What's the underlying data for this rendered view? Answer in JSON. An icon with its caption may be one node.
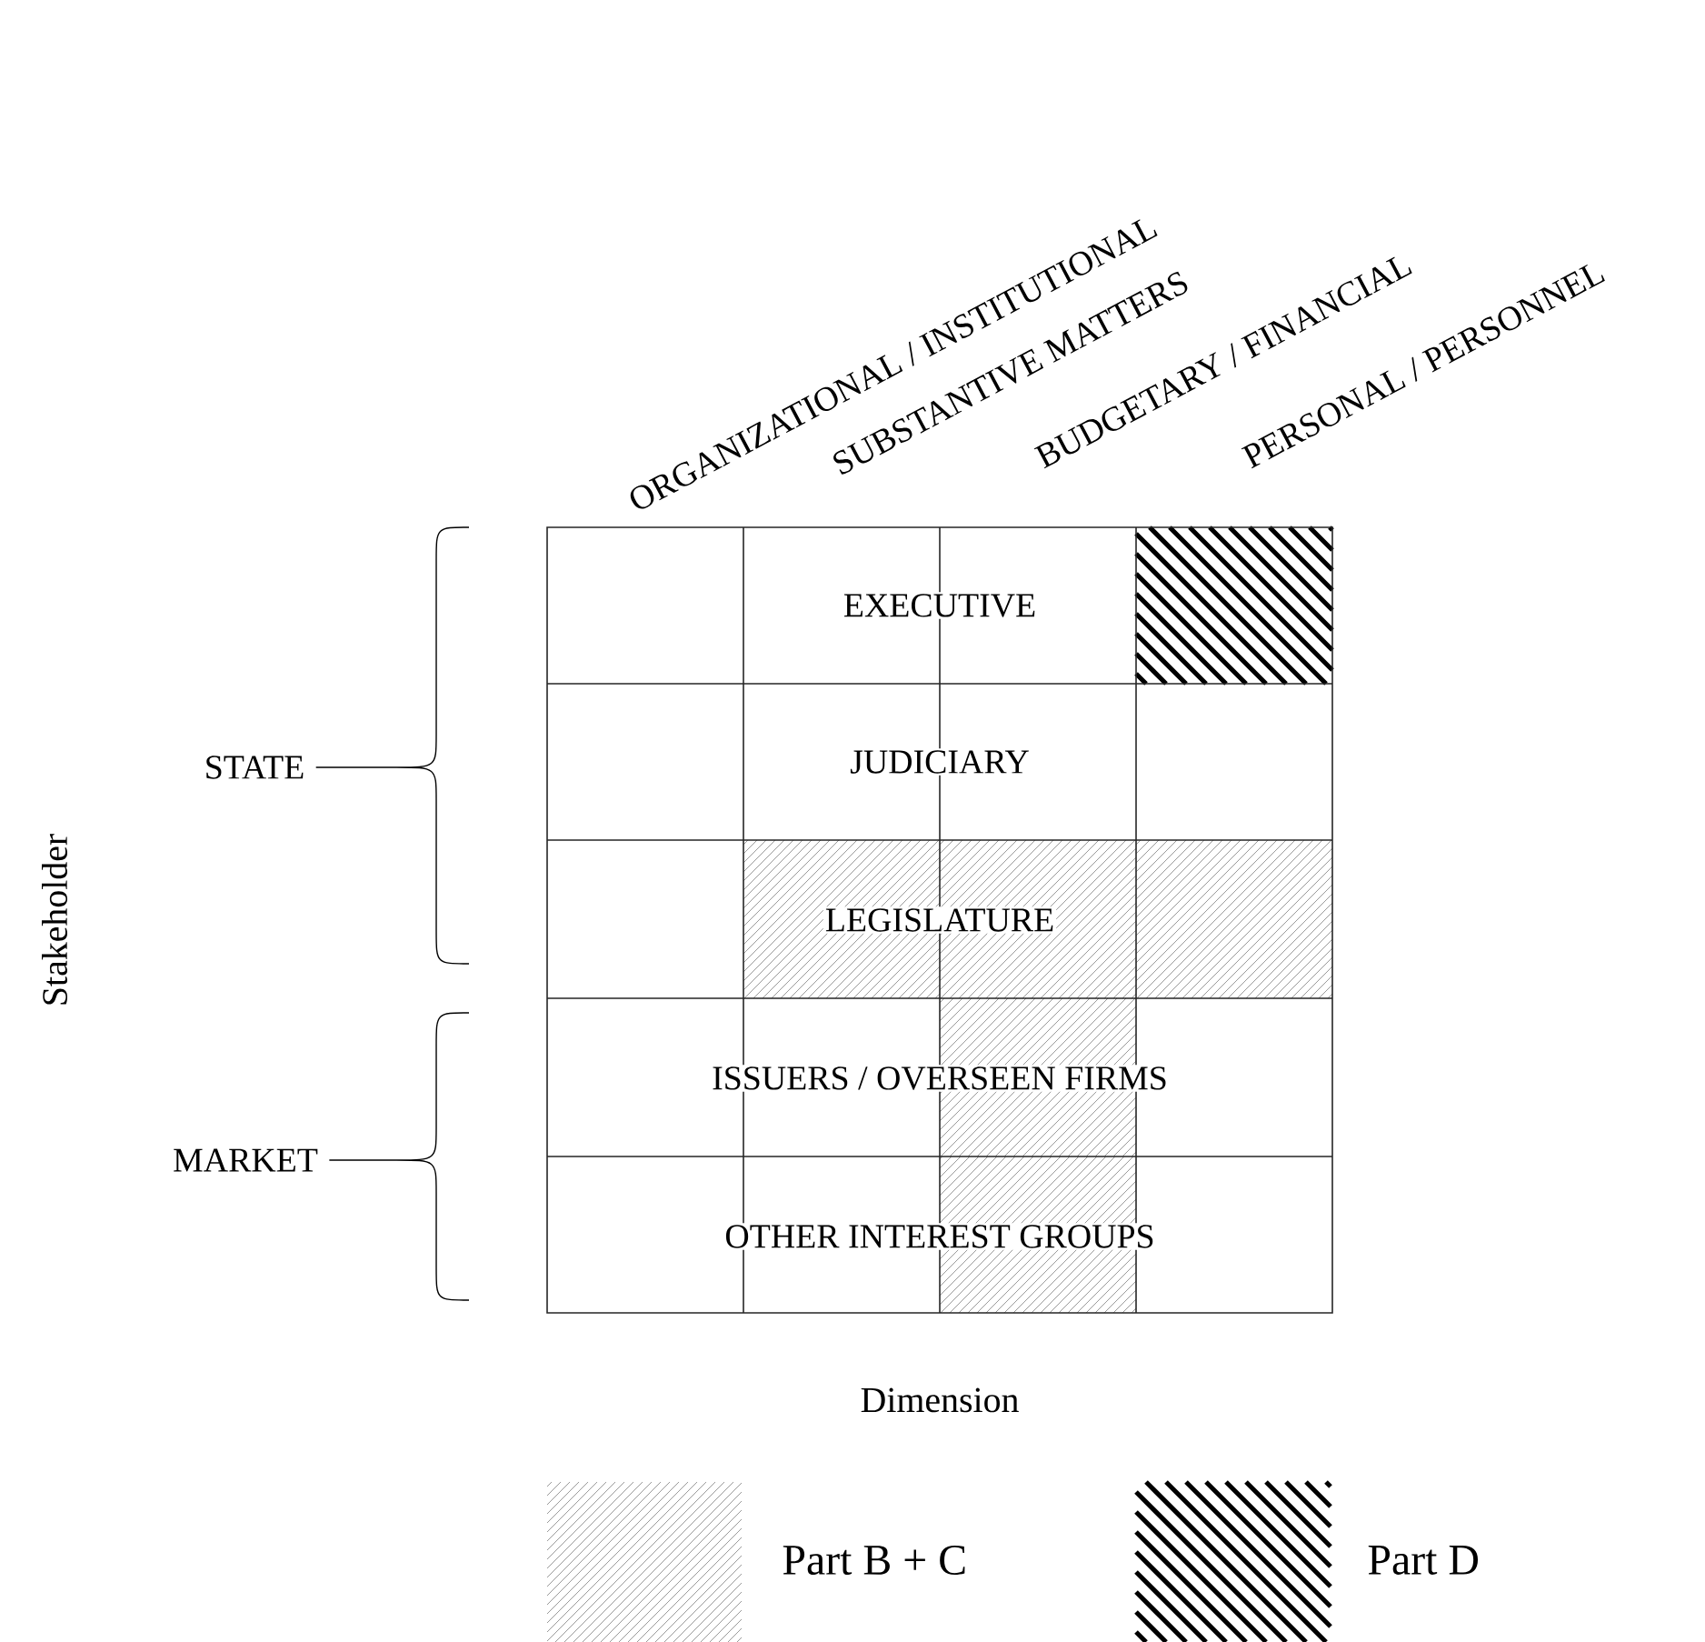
{
  "diagram": {
    "labels": [
      "ORGANIZATIONAL / INSTITUTIONAL",
      "SUBSTANTIVE MATTERS",
      "BUDGETARY / FINANCIAL",
      "PERSONAL / PERSONNEL",
      "EXECUTIVE",
      "JUDICIARY",
      "LEGISLATURE",
      "ISSUERS / OVERSEEN FIRMS",
      "OTHER INTEREST GROUPS",
      "STATE",
      "MARKET",
      "Stakeholder",
      "Dimension"
    ],
    "legend": [
      {
        "text": "Part B + C"
      },
      {
        "text": "Part D"
      }
    ]
  }
}
